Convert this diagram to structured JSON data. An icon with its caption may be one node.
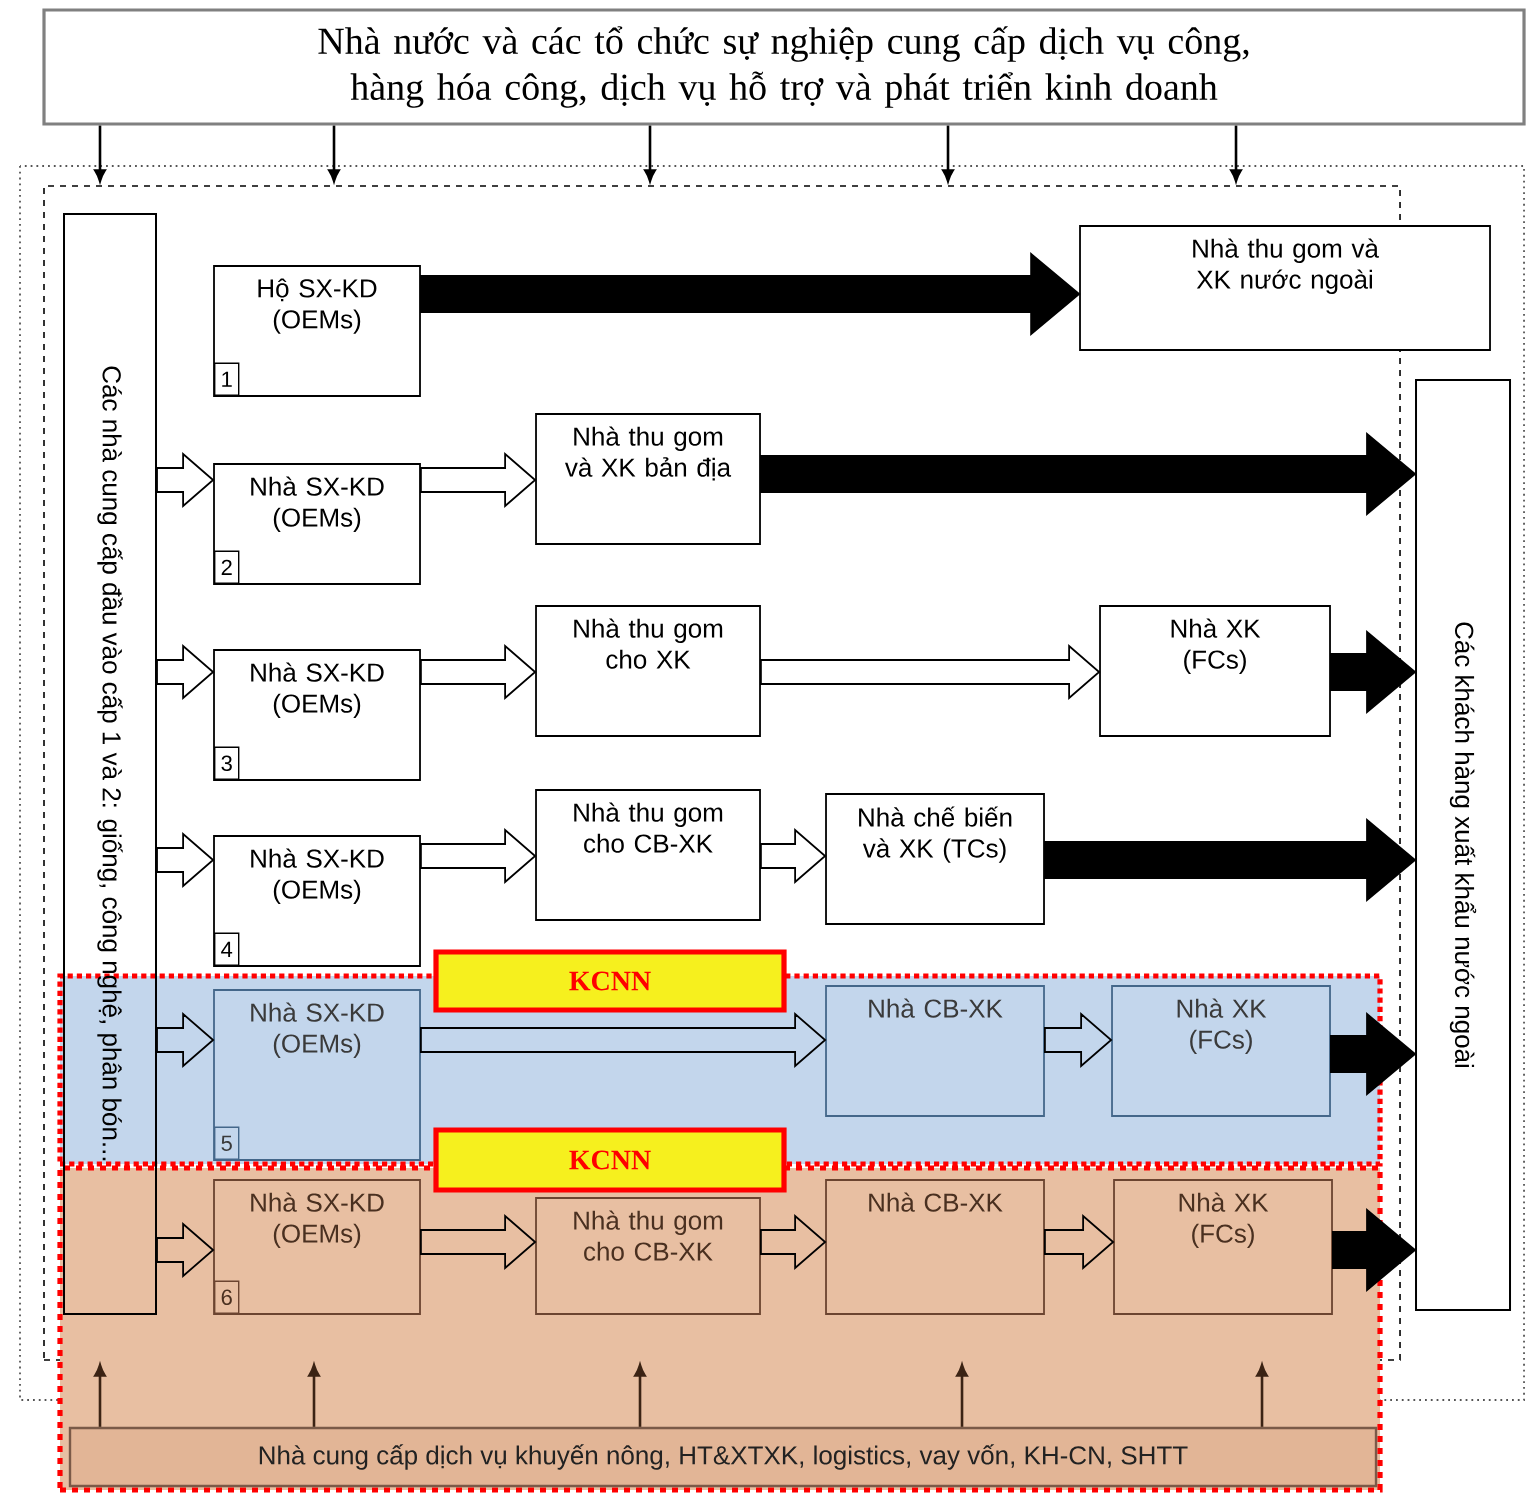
{
  "diagram": {
    "nodes": [
      {
        "text": [
          "Nhà nước và các tổ chức sự nghiệp cung cấp dịch vụ công, hàng hóa công, dịch vụ hỗ trợ và phát triển kinh doanh"
        ]
      },
      {
        "text": [],
        "shape": "box"
      },
      {
        "text": [
          "Các nhà cung cấp đầu vào cấp 1 và 2: giống, công nghệ, phân bón..."
        ],
        "in": 1
      },
      {
        "text": [
          "Hộ SX-KD (OEMs)",
          "1"
        ],
        "in": 1
      },
      {
        "text": [
          "Nhà thu gom và XK nước ngoài"
        ]
      },
      {
        "text": [
          "Các khách hàng xuất khẩu nước ngoài"
        ]
      },
      {
        "text": [
          "Nhà SX-KD (OEMs)",
          "2"
        ],
        "in": 1
      },
      {
        "text": [
          "Nhà thu gom và XK bản địa"
        ],
        "in": 1
      },
      {
        "text": [
          "Nhà SX-KD (OEMs)",
          "3"
        ],
        "in": 1
      },
      {
        "text": [
          "Nhà thu gom cho XK"
        ],
        "in": 1
      },
      {
        "text": [
          "Nhà XK (FCs)"
        ],
        "in": 1
      },
      {
        "text": [
          "Nhà SX-KD (OEMs)",
          "4"
        ],
        "in": 1
      },
      {
        "text": [
          "Nhà thu gom cho CB-XK"
        ],
        "in": 1
      },
      {
        "text": [
          "Nhà chế biến và XK (TCs)"
        ],
        "in": 1
      },
      {
        "text": [],
        "shape": "band",
        "in": 1
      },
      {
        "text": [
          "KCNN"
        ],
        "in": 1
      },
      {
        "text": [
          "Nhà SX-KD (OEMs)",
          "5"
        ],
        "in": 14
      },
      {
        "text": [
          "Nhà CB-XK"
        ],
        "in": 14
      },
      {
        "text": [
          "Nhà XK (FCs)"
        ],
        "in": 14
      },
      {
        "text": [],
        "shape": "band"
      },
      {
        "text": [
          "KCNN"
        ],
        "in": 1
      },
      {
        "text": [
          "Nhà SX-KD (OEMs)",
          "6"
        ]
      },
      {
        "text": [
          "Nhà thu gom cho CB-XK"
        ]
      },
      {
        "text": [
          "Nhà CB-XK"
        ]
      },
      {
        "text": [
          "Nhà XK (FCs)"
        ]
      },
      {
        "text": [
          "Nhà cung cấp dịch vụ khuyến nông, HT&XTXK, logistics, vay vốn, KH-CN, SHTT"
        ],
        "in": 19
      }
    ],
    "edges": [
      {
        "from": 0,
        "to": 1,
        "arrow": "to"
      },
      {
        "from": 0,
        "to": 1,
        "arrow": "to"
      },
      {
        "from": 0,
        "to": 1,
        "arrow": "to"
      },
      {
        "from": 0,
        "to": 1,
        "arrow": "to"
      },
      {
        "from": 0,
        "to": 1,
        "arrow": "to"
      },
      {
        "from": 3,
        "to": 4,
        "arrow": "to",
        "style": "thick"
      },
      {
        "from": 2,
        "to": 6,
        "arrow": "to"
      },
      {
        "from": 6,
        "to": 7,
        "arrow": "to"
      },
      {
        "from": 7,
        "to": 5,
        "arrow": "to",
        "style": "thick"
      },
      {
        "from": 2,
        "to": 8,
        "arrow": "to"
      },
      {
        "from": 8,
        "to": 9,
        "arrow": "to"
      },
      {
        "from": 9,
        "to": 10,
        "arrow": "to"
      },
      {
        "from": 10,
        "to": 5,
        "arrow": "to",
        "style": "thick"
      },
      {
        "from": 2,
        "to": 11,
        "arrow": "to"
      },
      {
        "from": 11,
        "to": 12,
        "arrow": "to"
      },
      {
        "from": 12,
        "to": 13,
        "arrow": "to"
      },
      {
        "from": 13,
        "to": 5,
        "arrow": "to",
        "style": "thick"
      },
      {
        "from": 2,
        "to": 16,
        "arrow": "to"
      },
      {
        "from": 16,
        "to": 17,
        "arrow": "to"
      },
      {
        "from": 17,
        "to": 18,
        "arrow": "to"
      },
      {
        "from": 18,
        "to": 5,
        "arrow": "to",
        "style": "thick"
      },
      {
        "from": 2,
        "to": 21,
        "arrow": "to"
      },
      {
        "from": 21,
        "to": 22,
        "arrow": "to"
      },
      {
        "from": 22,
        "to": 23,
        "arrow": "to"
      },
      {
        "from": 23,
        "to": 24,
        "arrow": "to"
      },
      {
        "from": 24,
        "to": 5,
        "arrow": "to",
        "style": "thick"
      },
      {
        "from": 25,
        "to": 1,
        "arrow": "to",
        "color": "#3b2314"
      },
      {
        "from": 25,
        "to": 1,
        "arrow": "to",
        "color": "#3b2314"
      },
      {
        "from": 25,
        "to": 1,
        "arrow": "to",
        "color": "#3b2314"
      },
      {
        "from": 25,
        "to": 1,
        "arrow": "to",
        "color": "#3b2314"
      },
      {
        "from": 25,
        "to": 1,
        "arrow": "to",
        "color": "#3b2314"
      }
    ]
  }
}
